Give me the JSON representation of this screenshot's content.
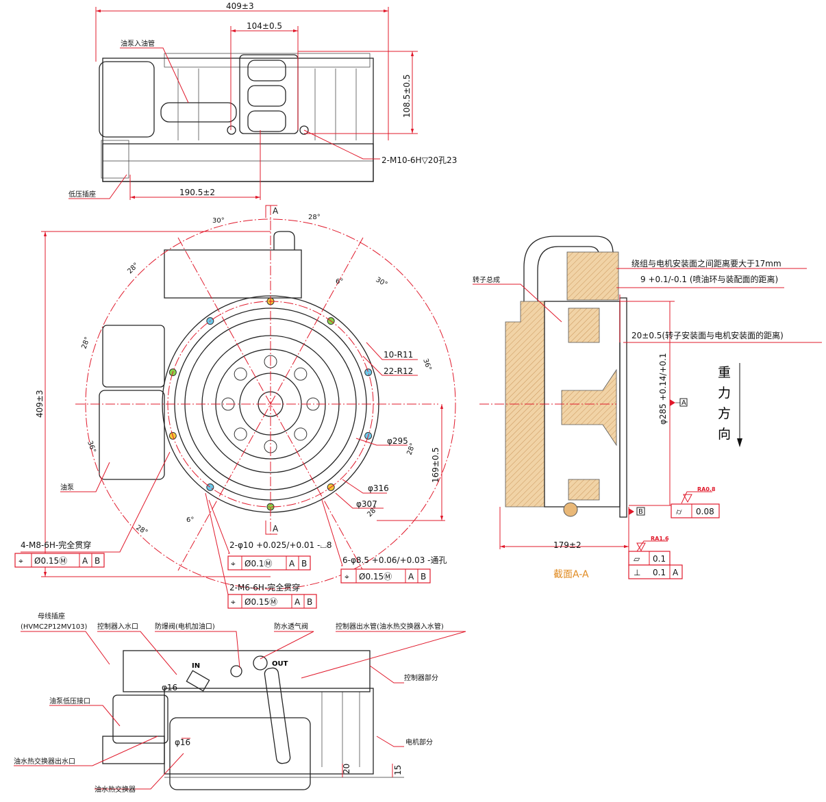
{
  "top_view": {
    "dim_width": "409±3",
    "dim_center": "104±0.5",
    "dim_height": "108.5±0.5",
    "dim_offset": "190.5±2",
    "label_oil_inlet": "油泵入油管",
    "label_thread": "2-M10-6H▽20孔23",
    "label_lv_socket": "低压插座"
  },
  "front_view": {
    "dim_height": "409±3",
    "dim_169": "169±0.5",
    "section_mark": "A",
    "angles": [
      "30°",
      "28°",
      "28°",
      "6°",
      "30°",
      "28°",
      "36°",
      "28°",
      "36°",
      "28°",
      "6°",
      "28°"
    ],
    "label_r11": "10-R11",
    "label_r12": "22-R12",
    "dia_295": "φ295",
    "dia_316": "φ316",
    "dia_307": "φ307",
    "label_oil_pump": "油泵",
    "fcf": [
      {
        "note": "4-M8-6H-完全贯穿",
        "sym": "⌖",
        "tol": "Ø0.15Ⓜ",
        "d1": "A",
        "d2": "B"
      },
      {
        "note": "2-φ10 +0.025/+0.01 -⌴8",
        "sym": "⌖",
        "tol": "Ø0.1Ⓜ",
        "d1": "A",
        "d2": "B"
      },
      {
        "note": "6-φ8.5 +0.06/+0.03 -通孔",
        "sym": "⌖",
        "tol": "Ø0.15Ⓜ",
        "d1": "A",
        "d2": "B"
      },
      {
        "note": "2-M6-6H-完全贯穿",
        "sym": "⌖",
        "tol": "Ø0.15Ⓜ",
        "d1": "A",
        "d2": "B"
      }
    ]
  },
  "section_view": {
    "note_winding": "绕组与电机安装面之间距离要大于17mm",
    "note_9": "9 +0.1/-0.1 (喷油环与装配面的距离)",
    "note_20": "20±0.5(转子安装面与电机安装面的距离)",
    "label_rotor": "转子总成",
    "dia_285": "φ285 +0.14/+0.1",
    "datum_a": "A",
    "datum_b": "B",
    "gravity": [
      "重",
      "力",
      "方",
      "向"
    ],
    "ra08": "RA0.8",
    "cyl_tol": "0.08",
    "ra16": "RA1.6",
    "flat_tol": "0.1",
    "perp_tol": "0.1",
    "perp_datum": "A",
    "dim_179": "179±2",
    "title": "截面A-A"
  },
  "bottom_view": {
    "label_busbar": "母线插座",
    "label_busbar_pn": "(HVMC2P12MV103)",
    "label_ctrl_in": "控制器入水口",
    "label_valve": "防爆阀(电机加油口)",
    "label_vent": "防水透气阀",
    "label_ctrl_out": "控制器出水管(油水热交换器入水管)",
    "label_ctrl_part": "控制器部分",
    "label_pump_lv": "油泵低压接口",
    "label_hx_out": "油水热交换器出水口",
    "label_hx": "油水热交换器",
    "label_motor_part": "电机部分",
    "in_mark": "IN",
    "out_mark": "OUT",
    "dia16a": "φ16",
    "dia16b": "φ16",
    "dim20": "20",
    "dim15": "15"
  }
}
